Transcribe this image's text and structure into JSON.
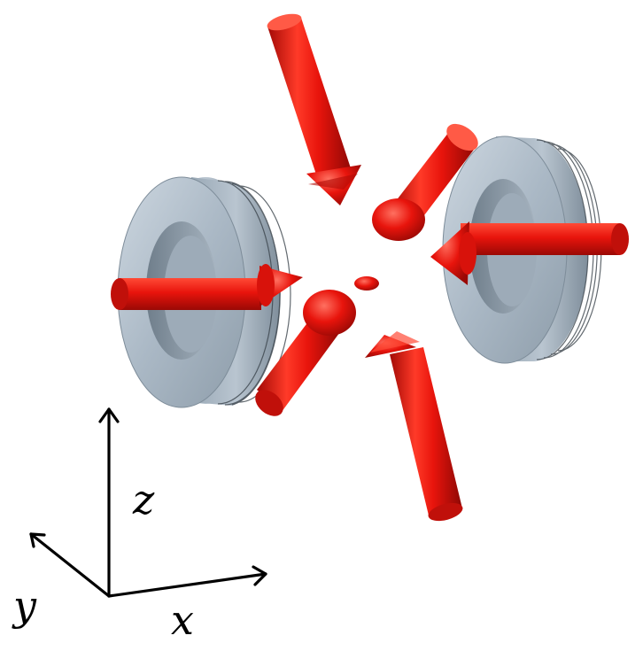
{
  "axes": {
    "x_label": "x",
    "y_label": "y",
    "z_label": "z"
  },
  "colors": {
    "beam": "#e8140c",
    "beam_dark": "#a30a06",
    "beam_light": "#ff6a55",
    "coil": "#a9b7c4",
    "coil_dark": "#7d8c99",
    "coil_light": "#cdd7e0",
    "axis": "#000000"
  }
}
